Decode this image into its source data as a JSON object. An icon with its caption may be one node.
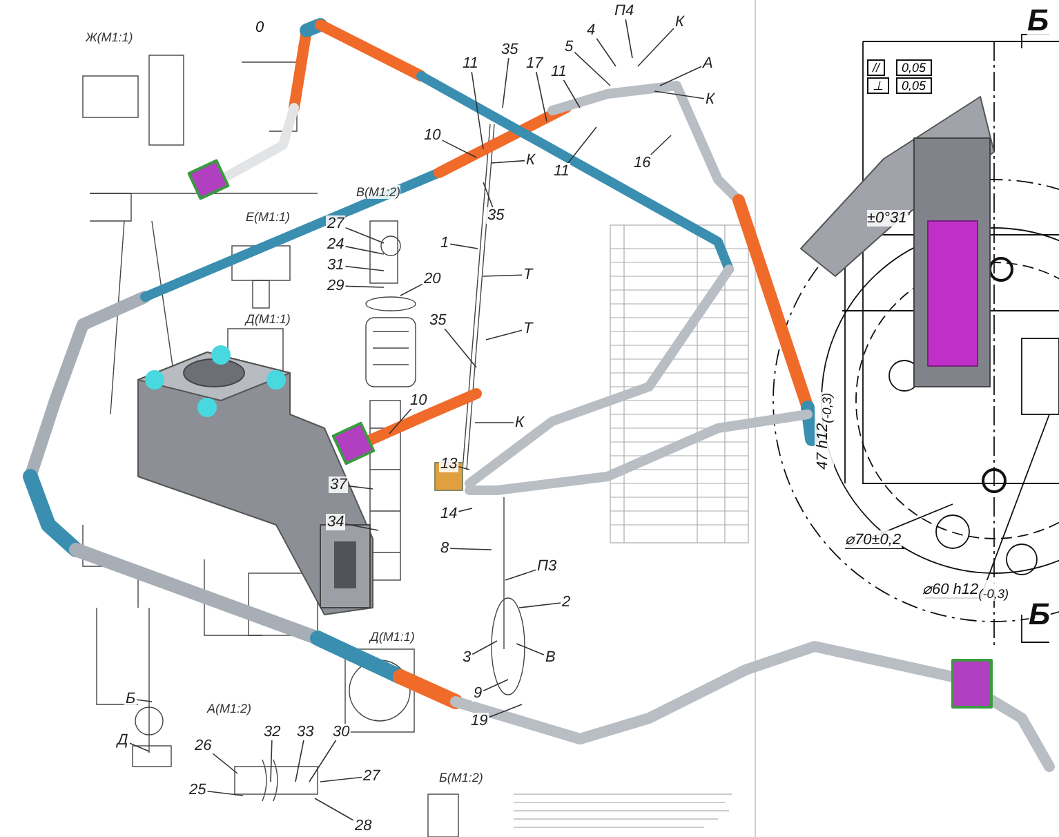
{
  "diagram": {
    "nodes": [
      {
        "text": [
          "П4"
        ]
      },
      {
        "text": [
          "4"
        ]
      },
      {
        "text": [
          "5"
        ]
      },
      {
        "text": [
          "К"
        ]
      },
      {
        "text": [
          "А"
        ]
      },
      {
        "text": [
          "17"
        ]
      },
      {
        "text": [
          "11"
        ]
      },
      {
        "text": [
          "К"
        ]
      },
      {
        "text": [
          "11"
        ]
      },
      {
        "text": [
          "16"
        ]
      },
      {
        "text": [
          "11"
        ]
      },
      {
        "text": [
          "35"
        ]
      },
      {
        "text": [
          "10"
        ]
      },
      {
        "text": [
          "К"
        ]
      },
      {
        "text": [
          "35"
        ]
      },
      {
        "text": [
          "1"
        ]
      },
      {
        "text": [
          "Т"
        ]
      },
      {
        "text": [
          "Т"
        ]
      },
      {
        "text": [
          "35"
        ]
      },
      {
        "text": [
          "20"
        ]
      },
      {
        "text": [
          "27"
        ]
      },
      {
        "text": [
          "24"
        ]
      },
      {
        "text": [
          "31"
        ]
      },
      {
        "text": [
          "29"
        ]
      },
      {
        "text": [
          "10"
        ]
      },
      {
        "text": [
          "К"
        ]
      },
      {
        "text": [
          "13"
        ]
      },
      {
        "text": [
          "14"
        ]
      },
      {
        "text": [
          "8"
        ]
      },
      {
        "text": [
          "37"
        ]
      },
      {
        "text": [
          "34"
        ]
      },
      {
        "text": [
          "П3"
        ]
      },
      {
        "text": [
          "2"
        ]
      },
      {
        "text": [
          "В"
        ]
      },
      {
        "text": [
          "3"
        ]
      },
      {
        "text": [
          "9"
        ]
      },
      {
        "text": [
          "19"
        ]
      },
      {
        "text": [
          "Б"
        ]
      },
      {
        "text": [
          "Д"
        ]
      },
      {
        "text": [
          "26"
        ]
      },
      {
        "text": [
          "25"
        ]
      },
      {
        "text": [
          "32"
        ]
      },
      {
        "text": [
          "33"
        ]
      },
      {
        "text": [
          "30"
        ]
      },
      {
        "text": [
          "27"
        ]
      },
      {
        "text": [
          "28"
        ]
      }
    ],
    "edges": [
      {
        "from": 0,
        "to": null,
        "arrow": "none"
      },
      {
        "from": 1,
        "to": null,
        "arrow": "none"
      },
      {
        "from": 2,
        "to": null,
        "arrow": "none"
      },
      {
        "from": 3,
        "to": null,
        "arrow": "none"
      },
      {
        "from": 4,
        "to": null,
        "arrow": "none"
      },
      {
        "from": 5,
        "to": null,
        "arrow": "none"
      },
      {
        "from": 6,
        "to": null,
        "arrow": "none"
      },
      {
        "from": 7,
        "to": null,
        "arrow": "none"
      },
      {
        "from": 8,
        "to": null,
        "arrow": "none"
      },
      {
        "from": 9,
        "to": null,
        "arrow": "none"
      },
      {
        "from": 10,
        "to": null,
        "arrow": "none"
      },
      {
        "from": 11,
        "to": null,
        "arrow": "none"
      },
      {
        "from": 12,
        "to": null,
        "arrow": "none"
      },
      {
        "from": 13,
        "to": null,
        "arrow": "none"
      },
      {
        "from": 14,
        "to": null,
        "arrow": "none"
      },
      {
        "from": 15,
        "to": null,
        "arrow": "none"
      },
      {
        "from": 16,
        "to": null,
        "arrow": "none"
      },
      {
        "from": 17,
        "to": null,
        "arrow": "none"
      },
      {
        "from": 18,
        "to": null,
        "arrow": "none"
      },
      {
        "from": 19,
        "to": null,
        "arrow": "none"
      },
      {
        "from": 20,
        "to": null,
        "arrow": "none"
      },
      {
        "from": 21,
        "to": null,
        "arrow": "none"
      },
      {
        "from": 22,
        "to": null,
        "arrow": "none"
      },
      {
        "from": 23,
        "to": null,
        "arrow": "none"
      },
      {
        "from": 24,
        "to": null,
        "arrow": "none"
      },
      {
        "from": 25,
        "to": null,
        "arrow": "none"
      },
      {
        "from": 26,
        "to": null,
        "arrow": "none"
      },
      {
        "from": 27,
        "to": null,
        "arrow": "none"
      },
      {
        "from": 28,
        "to": null,
        "arrow": "none"
      },
      {
        "from": 29,
        "to": null,
        "arrow": "none"
      },
      {
        "from": 30,
        "to": null,
        "arrow": "none"
      },
      {
        "from": 31,
        "to": null,
        "arrow": "none"
      },
      {
        "from": 32,
        "to": null,
        "arrow": "none"
      },
      {
        "from": 33,
        "to": null,
        "arrow": "none"
      },
      {
        "from": 34,
        "to": null,
        "arrow": "none"
      },
      {
        "from": 35,
        "to": null,
        "arrow": "none"
      },
      {
        "from": 36,
        "to": null,
        "arrow": "none"
      },
      {
        "from": 37,
        "to": null,
        "arrow": "none"
      },
      {
        "from": 38,
        "to": null,
        "arrow": "none"
      },
      {
        "from": 39,
        "to": null,
        "arrow": "none"
      },
      {
        "from": 40,
        "to": null,
        "arrow": "none"
      },
      {
        "from": 41,
        "to": null,
        "arrow": "none"
      },
      {
        "from": 42,
        "to": null,
        "arrow": "none"
      },
      {
        "from": 43,
        "to": null,
        "arrow": "none"
      },
      {
        "from": 44,
        "to": null,
        "arrow": "none"
      },
      {
        "from": 45,
        "to": null,
        "arrow": "none"
      }
    ],
    "labels": [
      "0",
      "Б",
      "Ж(М1:1)",
      "//",
      "0,05",
      "⊥",
      "0,05",
      "Е(М1:1)",
      "В(М1:2)",
      "±0°31'",
      "Д(М1:1)",
      "47 h12$_{(-0,3)}$",
      "⌀70±0,2",
      "⌀60 h12$_{(-0,3)}$",
      "Б",
      "Д(М1:1)",
      "А(М1:2)",
      "Б(М1:2)"
    ]
  }
}
